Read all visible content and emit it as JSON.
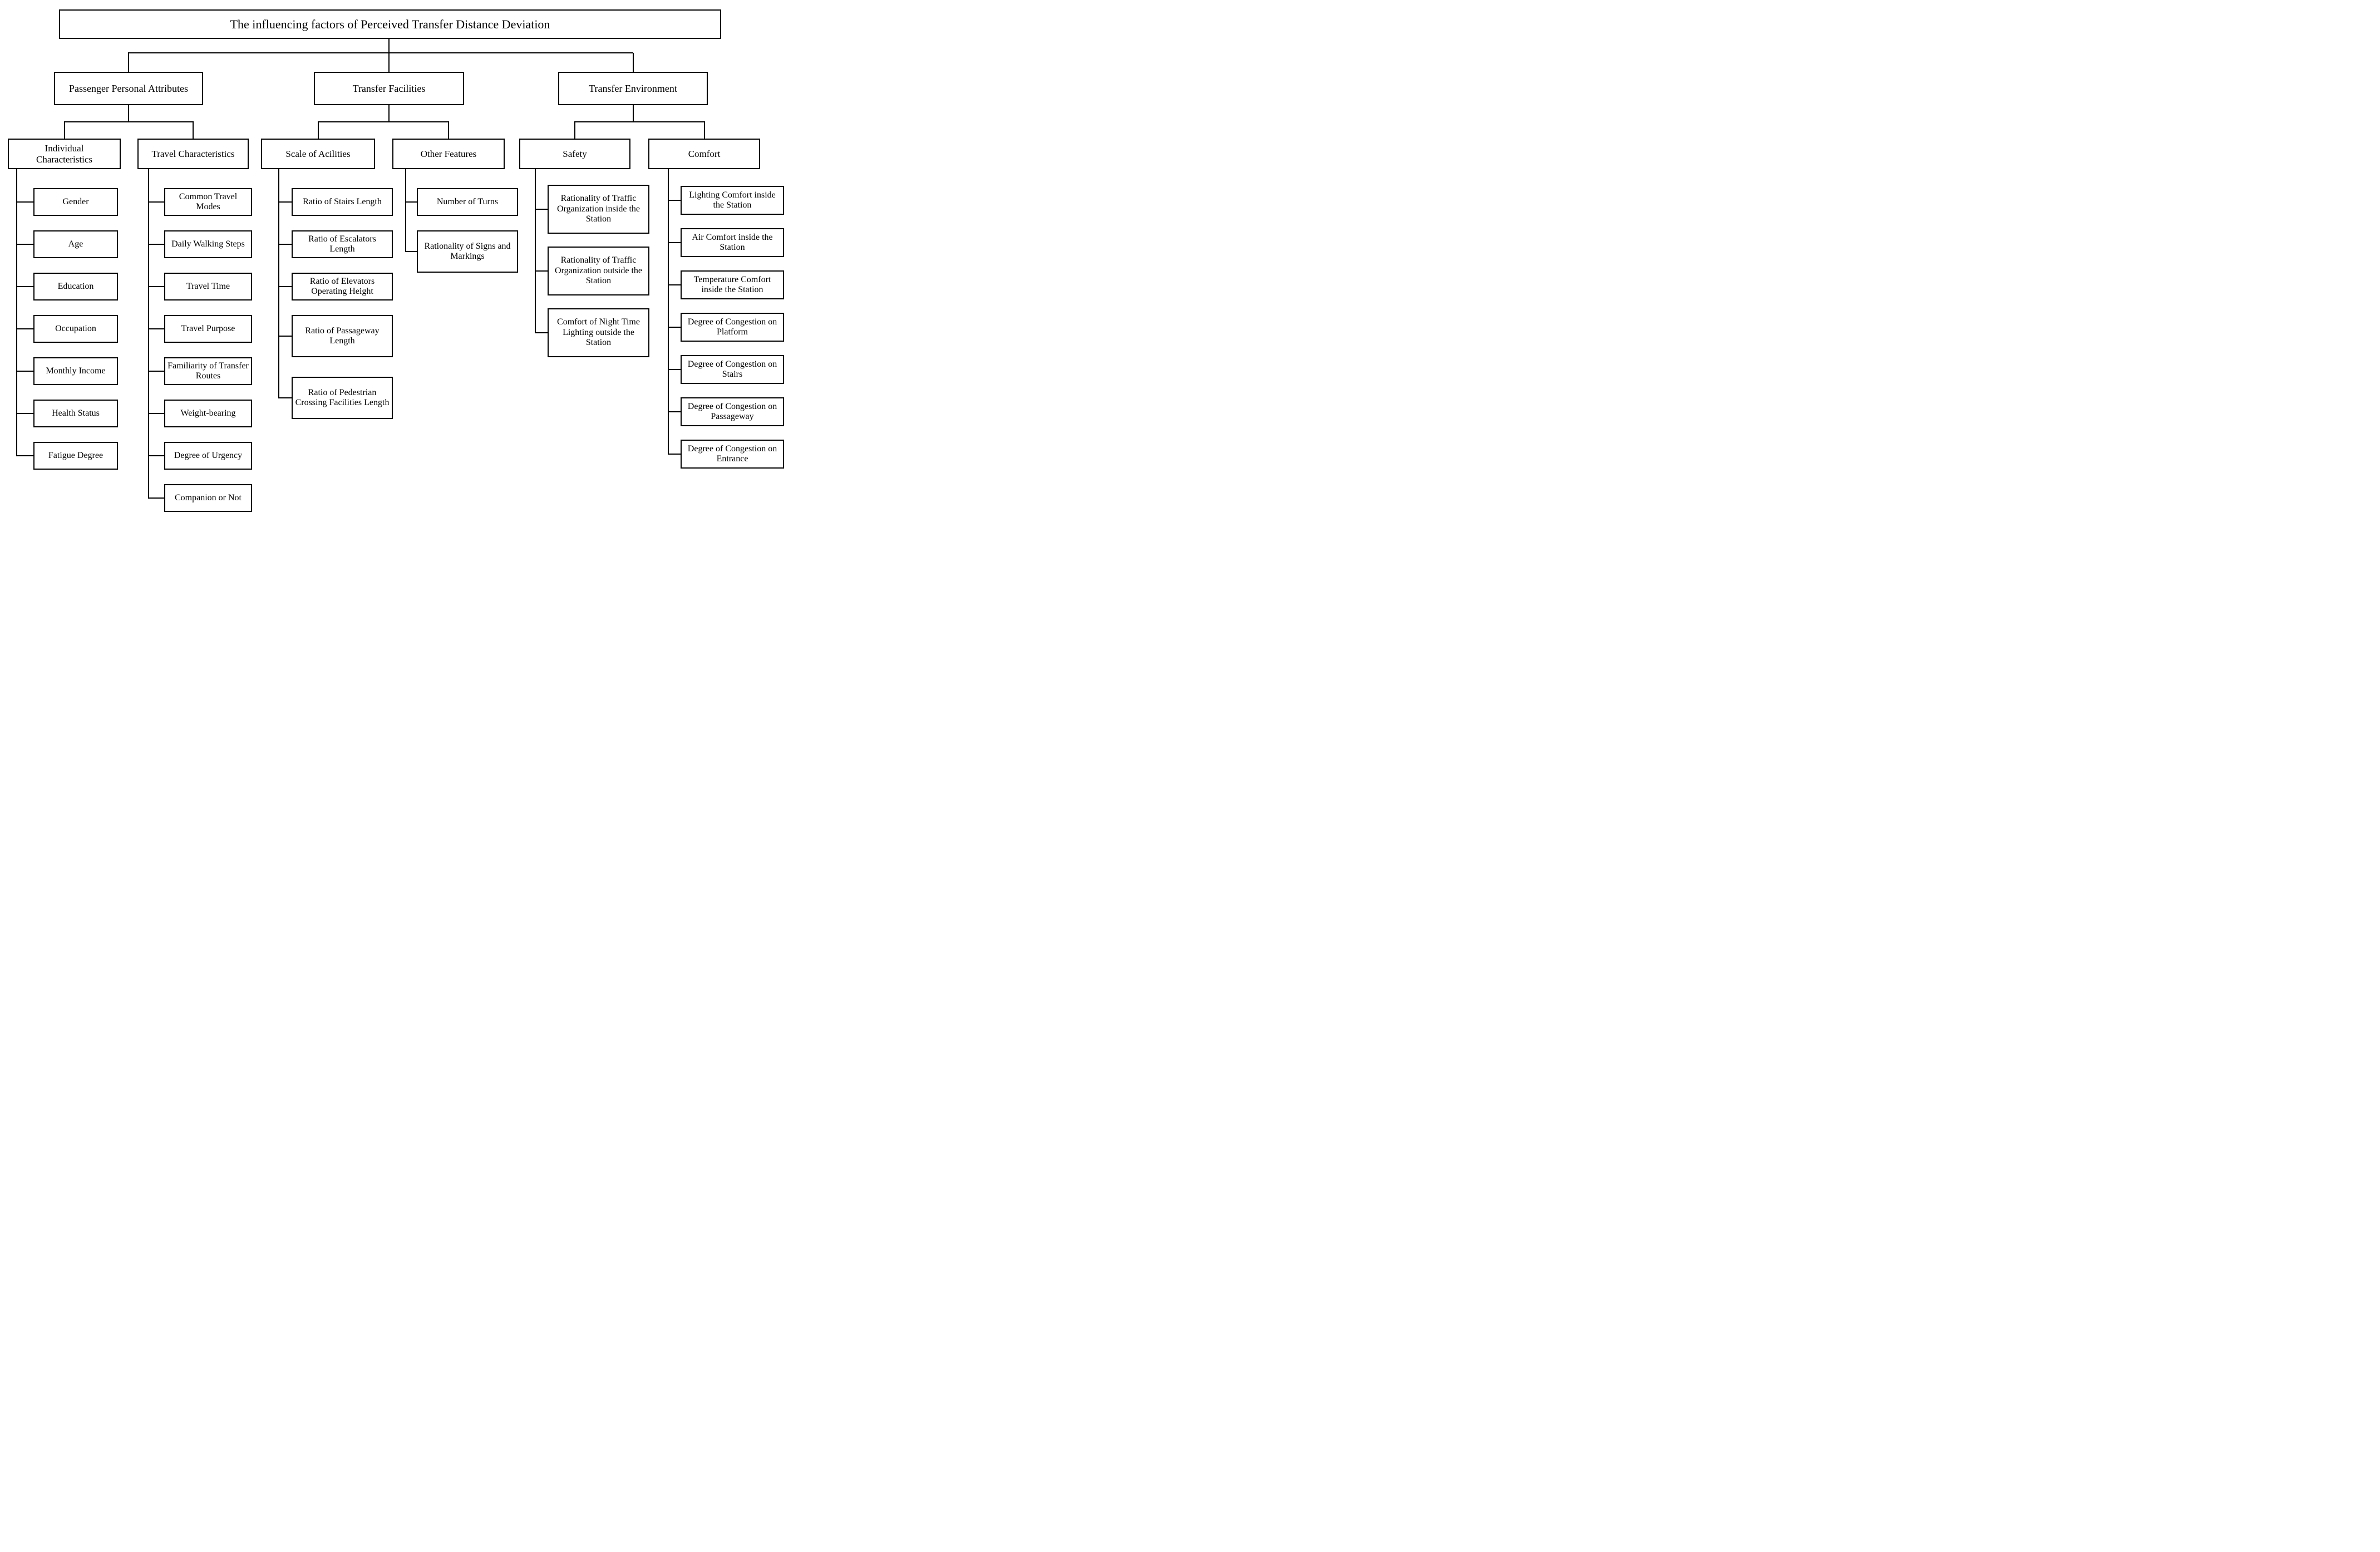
{
  "page": {
    "background": "#ffffff",
    "line_color": "#000000"
  },
  "diagram": {
    "title": "The influencing factors of Perceived Transfer Distance Deviation",
    "branches": [
      {
        "label": "Passenger Personal Attributes",
        "groups": [
          {
            "label": "Individual Characteristics",
            "items": [
              "Gender",
              "Age",
              "Education",
              "Occupation",
              "Monthly Income",
              "Health Status",
              "Fatigue Degree"
            ]
          },
          {
            "label": "Travel Characteristics",
            "items": [
              "Common Travel Modes",
              "Daily Walking Steps",
              "Travel Time",
              "Travel Purpose",
              "Familiarity of Transfer Routes",
              "Weight-bearing",
              "Degree of Urgency",
              "Companion or Not"
            ]
          }
        ]
      },
      {
        "label": "Transfer Facilities",
        "groups": [
          {
            "label": "Scale of Acilities",
            "items": [
              "Ratio of Stairs Length",
              "Ratio of Escalators Length",
              "Ratio of Elevators Operating Height",
              "Ratio of Passageway Length",
              "Ratio of Pedestrian Crossing Facilities Length"
            ]
          },
          {
            "label": "Other Features",
            "items": [
              "Number of Turns",
              "Rationality of Signs and Markings"
            ]
          }
        ]
      },
      {
        "label": "Transfer Environment",
        "groups": [
          {
            "label": "Safety",
            "items": [
              "Rationality of Traffic Organization inside the Station",
              "Rationality of Traffic Organization outside the Station",
              "Comfort of Night Time Lighting outside the Station"
            ]
          },
          {
            "label": "Comfort",
            "items": [
              "Lighting Comfort inside the Station",
              "Air Comfort inside the Station",
              "Temperature Comfort inside the Station",
              "Degree of Congestion on Platform",
              "Degree of Congestion on Stairs",
              "Degree of Congestion on Passageway",
              "Degree of Congestion on Entrance"
            ]
          }
        ]
      }
    ]
  }
}
